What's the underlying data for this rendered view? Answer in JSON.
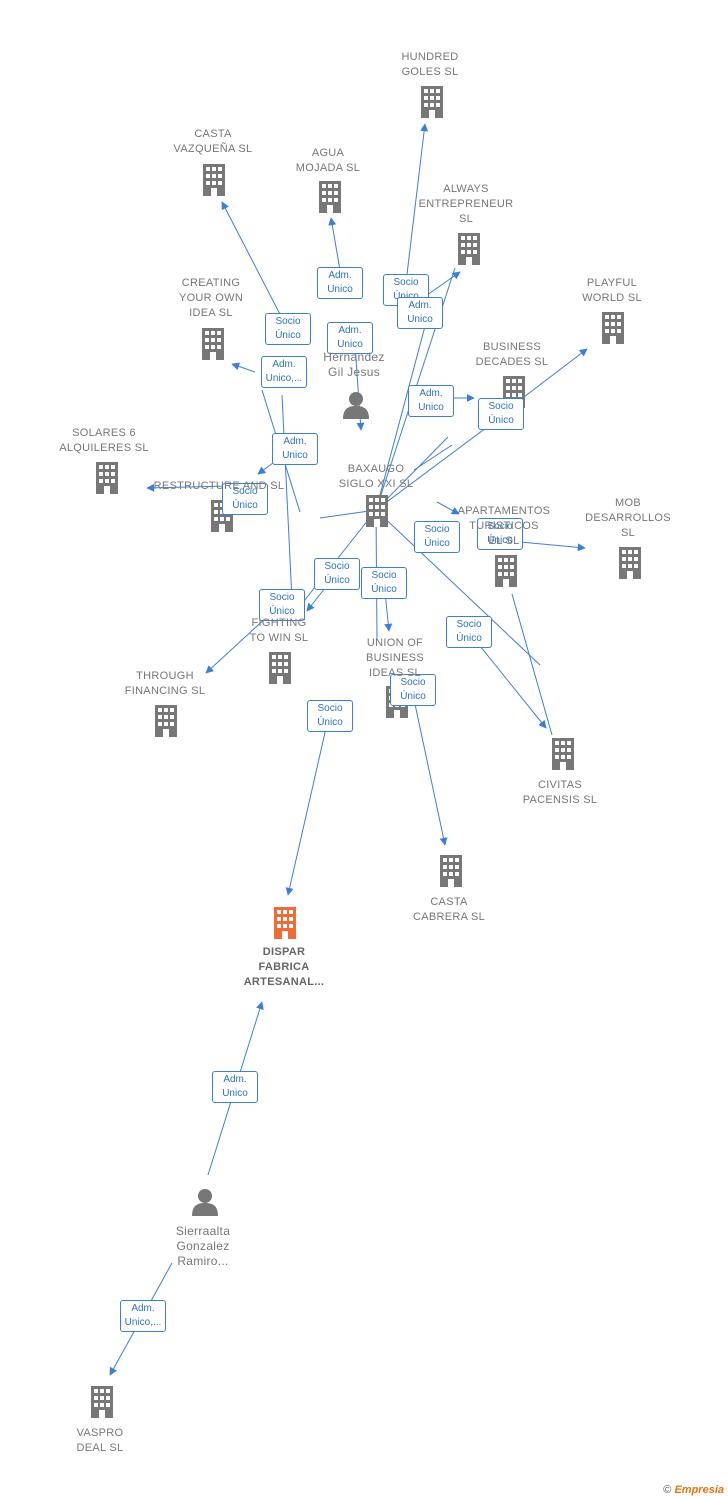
{
  "colors": {
    "edge": "#3b80d6",
    "company": "#777777",
    "main": "#f06b35",
    "person": "#777777"
  },
  "nodes": [
    {
      "id": "hundred",
      "label": "HUNDRED\nGOLES  SL",
      "type": "company"
    },
    {
      "id": "casta_v",
      "label": "CASTA\nVAZQUEÑA  SL",
      "type": "company"
    },
    {
      "id": "agua",
      "label": "AGUA\nMOJADA  SL",
      "type": "company"
    },
    {
      "id": "always",
      "label": "ALWAYS\nENTREPRENEUR\nSL",
      "type": "company"
    },
    {
      "id": "playful",
      "label": "PLAYFUL\nWORLD  SL",
      "type": "company"
    },
    {
      "id": "creating",
      "label": "CREATING\nYOUR OWN\nIDEA  SL",
      "type": "company"
    },
    {
      "id": "business",
      "label": "BUSINESS\nDECADES  SL",
      "type": "company"
    },
    {
      "id": "hernandez",
      "label": "Hernandez\nGil Jesus",
      "type": "person"
    },
    {
      "id": "solares",
      "label": "SOLARES 6\nALQUILERES SL",
      "type": "company"
    },
    {
      "id": "restructure",
      "label": "RESTRUCTURE  AND SL",
      "type": "company"
    },
    {
      "id": "baxaugo",
      "label": "BAXAUGO\nSIGLO XXI SL",
      "type": "company"
    },
    {
      "id": "apartamentos",
      "label": "APARTAMENTOS\nTURISTICOS\nEL  SL",
      "type": "company"
    },
    {
      "id": "mob",
      "label": "MOB\nDESARROLLOS\nSL",
      "type": "company"
    },
    {
      "id": "fighting",
      "label": "FIGHTING\nTO WIN  SL",
      "type": "company"
    },
    {
      "id": "union",
      "label": "UNION OF\nBUSINESS\nIDEAS  SL",
      "type": "company"
    },
    {
      "id": "through",
      "label": "THROUGH\nFINANCING  SL",
      "type": "company"
    },
    {
      "id": "civitas",
      "label": "CIVITAS\nPACENSIS  SL",
      "type": "company"
    },
    {
      "id": "casta_c",
      "label": "CASTA\nCABRERA  SL",
      "type": "company"
    },
    {
      "id": "dispar",
      "label": "DISPAR\nFABRICA\nARTESANAL...",
      "type": "main"
    },
    {
      "id": "sierraalta",
      "label": "Sierraalta\nGonzalez\nRamiro...",
      "type": "person"
    },
    {
      "id": "vaspro",
      "label": "VASPRO\nDEAL  SL",
      "type": "company"
    }
  ],
  "edges": [
    {
      "from": "hernandez",
      "to": "hundred",
      "label": "Socio\nÚnico"
    },
    {
      "from": "hernandez",
      "to": "casta_v",
      "label": "Socio\nÚnico"
    },
    {
      "from": "hernandez",
      "to": "agua",
      "label": "Adm.\nUnico"
    },
    {
      "from": "hernandez",
      "to": "always",
      "label": "Adm.\nUnico"
    },
    {
      "from": "hernandez",
      "to": "creating",
      "label": "Adm.\nUnico,..."
    },
    {
      "from": "hernandez",
      "to": "business",
      "label": "Adm.\nUnico"
    },
    {
      "from": "hernandez",
      "to": "playful",
      "label": "Socio\nÚnico"
    },
    {
      "from": "hernandez",
      "to": "solares",
      "label": "Socio\nÚnico"
    },
    {
      "from": "hernandez",
      "to": "restructure",
      "label": "Adm.\nUnico"
    },
    {
      "from": "hernandez",
      "to": "baxaugo",
      "label": "Adm.\nUnico"
    },
    {
      "from": "hernandez",
      "to": "apartamentos",
      "label": "Socio\nÚnico"
    },
    {
      "from": "hernandez",
      "to": "mob",
      "label": "Socio\nÚnico"
    },
    {
      "from": "hernandez",
      "to": "fighting",
      "label": "Socio\nÚnico"
    },
    {
      "from": "hernandez",
      "to": "through",
      "label": "Socio\nÚnico"
    },
    {
      "from": "hernandez",
      "to": "union",
      "label": "Socio\nÚnico"
    },
    {
      "from": "hernandez",
      "to": "casta_c",
      "label": "Socio\nÚnico"
    },
    {
      "from": "hernandez",
      "to": "civitas",
      "label": "Socio\nÚnico"
    },
    {
      "from": "hernandez",
      "to": "dispar",
      "label": "Socio\nÚnico"
    },
    {
      "from": "sierraalta",
      "to": "dispar",
      "label": "Adm.\nUnico"
    },
    {
      "from": "sierraalta",
      "to": "vaspro",
      "label": "Adm.\nUnico,..."
    }
  ],
  "footer": {
    "copyright": "©",
    "brand": "Empresia"
  }
}
